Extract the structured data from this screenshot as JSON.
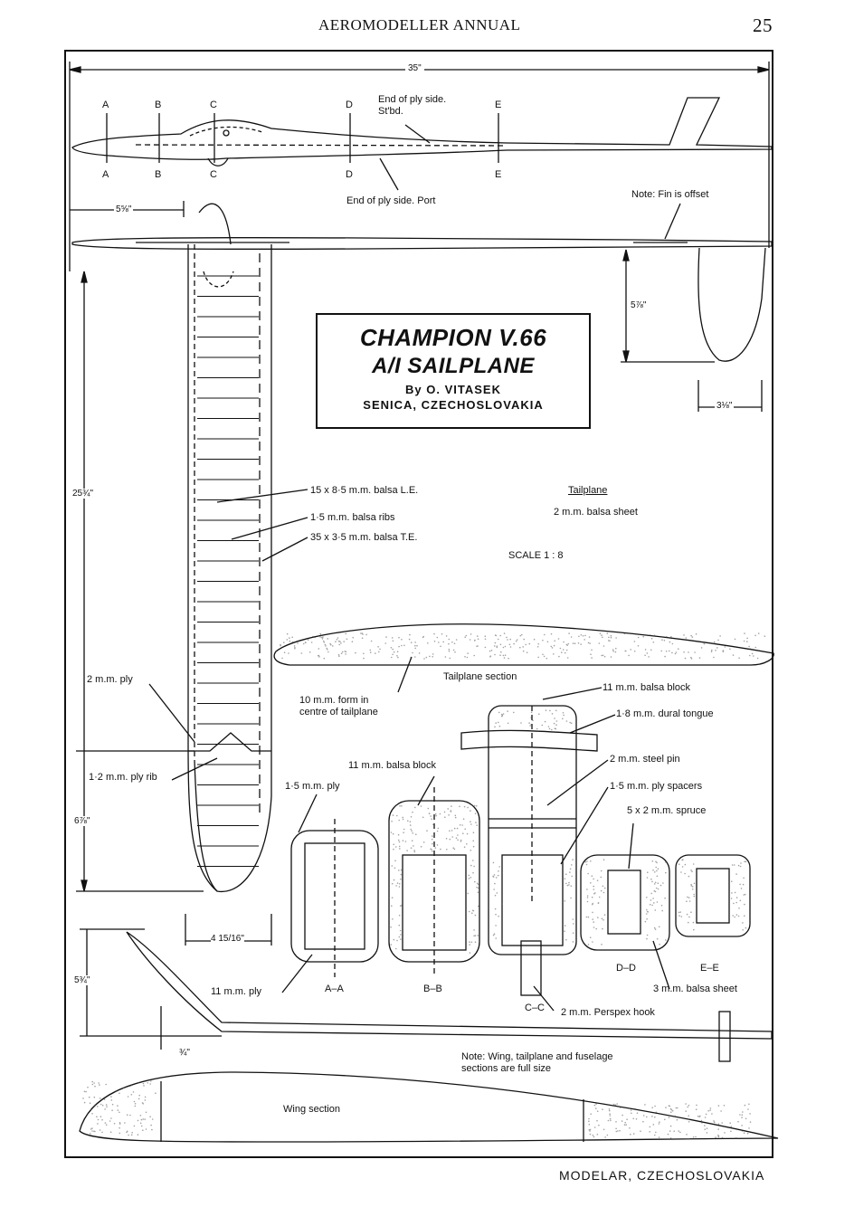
{
  "header": {
    "title": "AEROMODELLER ANNUAL",
    "page_number": "25"
  },
  "footer": {
    "credit": "MODELAR, CZECHOSLOVAKIA"
  },
  "title_block": {
    "name": "CHAMPION V.66",
    "type": "A/I SAILPLANE",
    "author": "By O. VITASEK",
    "location": "SENICA, CZECHOSLOVAKIA"
  },
  "dimensions": {
    "overall_length": "35\"",
    "nose_to_wing": "5⅝\"",
    "half_span": "25¾\"",
    "tip_length": "6⅞\"",
    "root_chord": "4 15/16\"",
    "tailplane_offset": "5⅞\"",
    "fin_chord": "3⅛\"",
    "dihedral_height": "5¾\"",
    "tip_rise": "¾\""
  },
  "section_letters": {
    "a": "A",
    "b": "B",
    "c": "C",
    "d": "D",
    "e": "E"
  },
  "labels": {
    "ply_side_stbd": "End of ply side. St'bd.",
    "ply_side_port": "End of ply side. Port",
    "fin_offset": "Note: Fin is offset",
    "le": "15 x 8·5 m.m. balsa L.E.",
    "ribs": "1·5 m.m. balsa ribs",
    "te": "35 x 3·5 m.m. balsa T.E.",
    "tailplane": "Tailplane",
    "tailplane_sheet": "2 m.m. balsa sheet",
    "scale": "SCALE 1 : 8",
    "ply_2mm": "2 m.m. ply",
    "ply_rib": "1·2 m.m. ply rib",
    "tailplane_section": "Tailplane section",
    "form": "10 m.m. form in centre of tailplane",
    "balsa_block_top": "11 m.m. balsa block",
    "dural_tongue": "1·8 m.m. dural tongue",
    "balsa_block": "11 m.m. balsa block",
    "ply_1_5": "1·5 m.m. ply",
    "steel_pin": "2 m.m. steel pin",
    "ply_spacers": "1·5 m.m. ply spacers",
    "spruce": "5 x 2 m.m. spruce",
    "ply_11": "11 m.m. ply",
    "sec_aa": "A–A",
    "sec_bb": "B–B",
    "sec_cc": "C–C",
    "sec_dd": "D–D",
    "sec_ee": "E–E",
    "balsa_sheet_3": "3 m.m. balsa sheet",
    "perspex_hook": "2 m.m. Perspex hook",
    "note_full_size": "Note: Wing, tailplane and fuselage sections are full size",
    "wing_section": "Wing section"
  }
}
